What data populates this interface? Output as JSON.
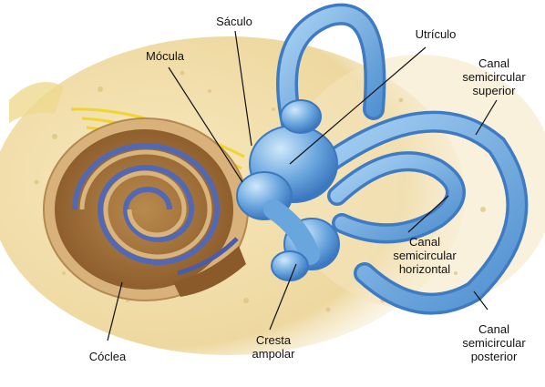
{
  "labels": {
    "saculo": "Sáculo",
    "mocula": "Mócula",
    "utriculo": "Utrículo",
    "canal_superior": "Canal\nsemicircular\nsuperior",
    "canal_horizontal": "Canal\nsemicircular\nhorizontal",
    "canal_posterior": "Canal\nsemicircular\nposterior",
    "coclea": "Cóclea",
    "cresta_ampolar": "Cresta\nampolar"
  },
  "colors": {
    "bone": "#f2dfa6",
    "bone_dark": "#d9bf78",
    "cochlea_brown": "#9a6a34",
    "cochlea_tan": "#caa063",
    "cochlea_blue": "#4a5ca8",
    "nerve_yellow": "#f2d838",
    "labyrinth_blue": "#6fa8dc",
    "labyrinth_light": "#bfe0f7",
    "leader_line": "#111111"
  }
}
